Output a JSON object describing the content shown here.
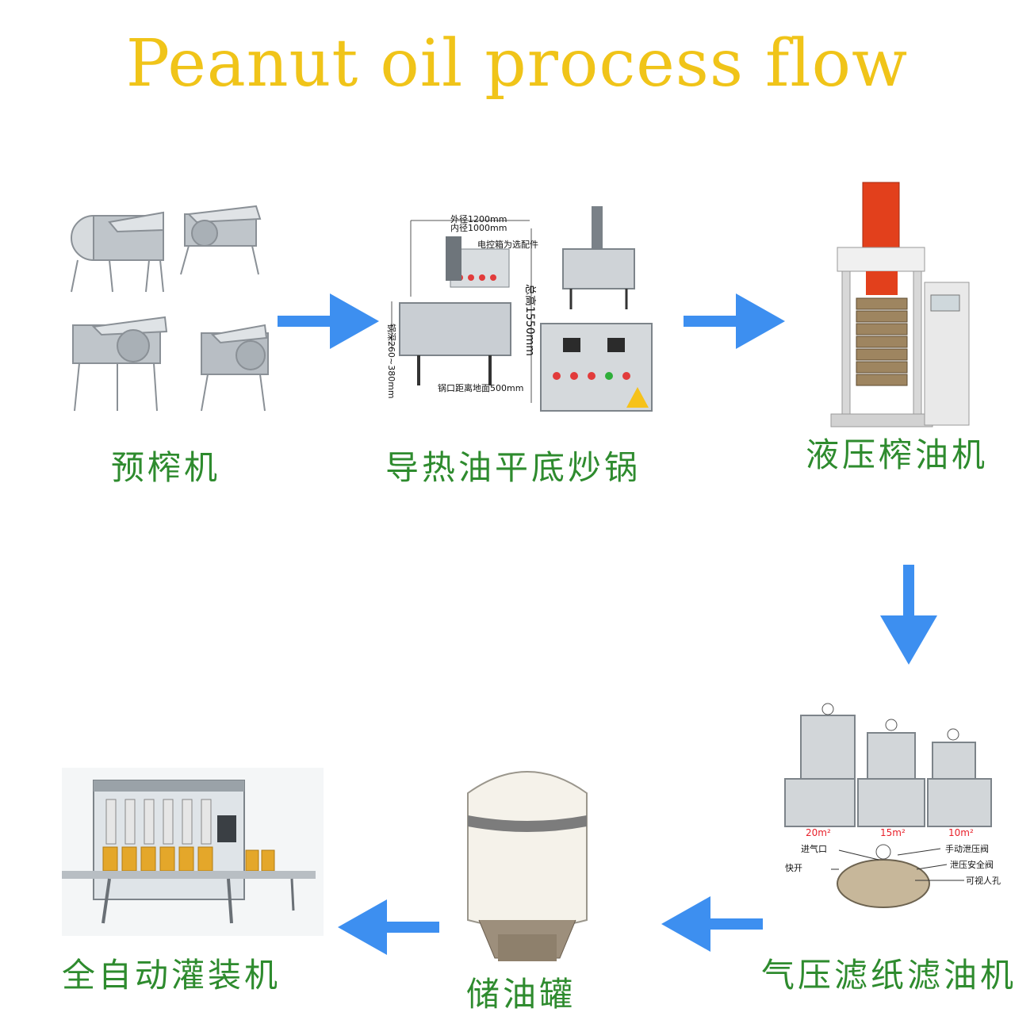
{
  "title": "Peanut oil process flow",
  "steps": [
    {
      "label": "预榨机"
    },
    {
      "label": "导热油平底炒锅",
      "annotations": {
        "outer": "外径1200mm",
        "inner": "内径1000mm",
        "box": "电控箱为选配件",
        "height": "总高1550mm",
        "bottom": "锅口距离地面500mm",
        "side": "锅深260~380mm"
      }
    },
    {
      "label": "液压榨油机"
    },
    {
      "label": "气压滤纸滤油机",
      "annotations": {
        "areas": [
          "20m²",
          "15m²",
          "10m²"
        ],
        "inlet": "进气口",
        "manual_valve": "手动泄压阀",
        "fast_open": "快开",
        "safety_valve": "泄压安全阀",
        "manhole": "可视人孔"
      }
    },
    {
      "label": "储油罐"
    },
    {
      "label": "全自动灌装机"
    }
  ],
  "colors": {
    "title": "#f0c419",
    "label": "#2e8b2e",
    "arrow": "#3d8ff0"
  }
}
